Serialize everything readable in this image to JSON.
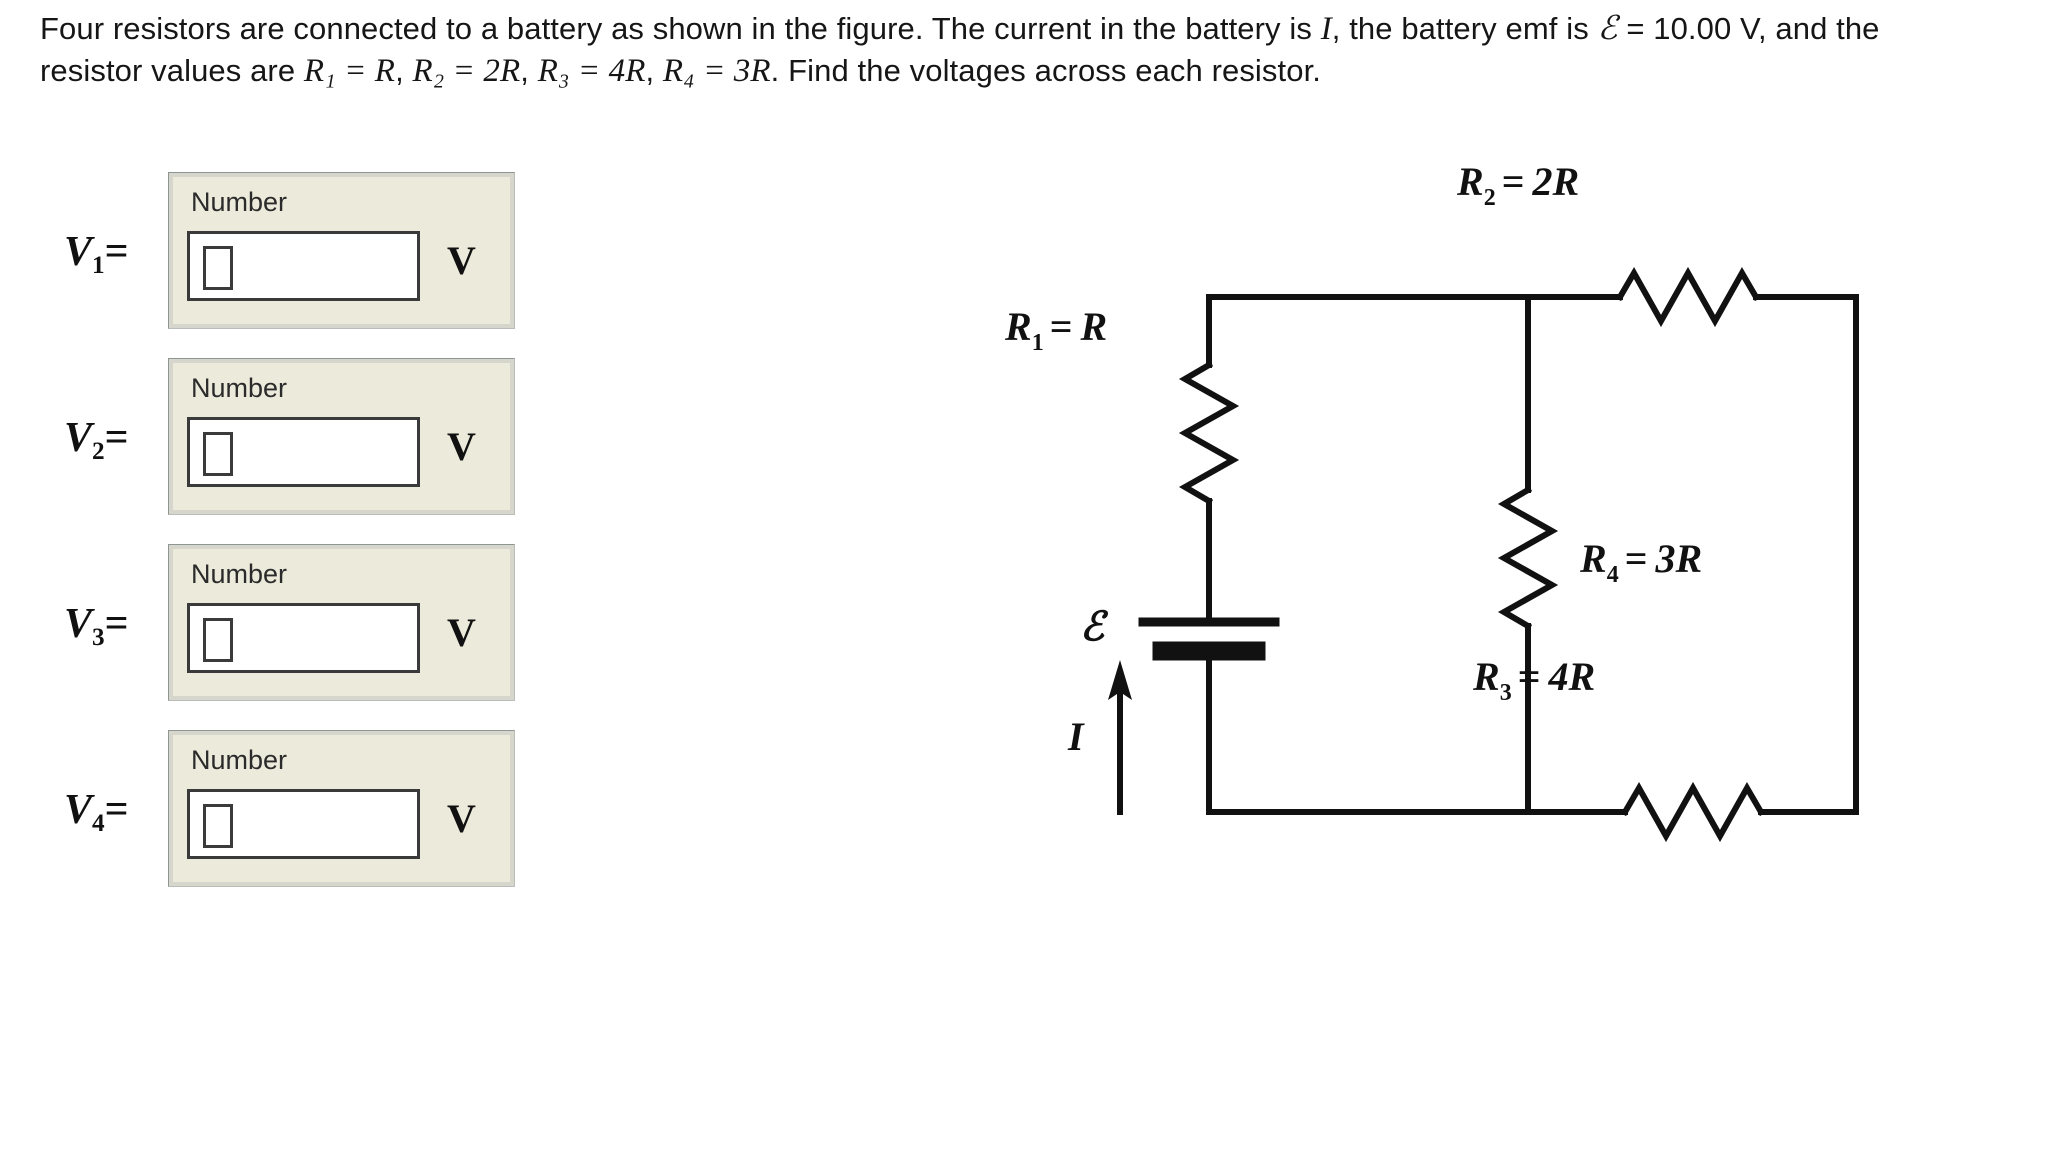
{
  "problem": {
    "line1_a": "Four resistors are connected to a battery as shown in the figure. The current in the battery is ",
    "current_symbol": "I",
    "line1_b": ", the battery",
    "line2_a": "emf is ",
    "emf_symbol": "ℰ",
    "line2_b": " = 10.00 V, and the resistor values are ",
    "r1_expr": "R₁ = R",
    "r2_expr": "R₂ = 2R",
    "r3_expr": "R₃ = 4R",
    "r4_expr": "R₄ = 3R",
    "line2_c": ". Find the voltages across",
    "line3": "each resistor.",
    "full_text": "Four resistors are connected to a battery as shown in the figure. The current in the battery is I, the battery emf is ℰ = 10.00 V, and the resistor values are R1 = R, R2 = 2R, R3 = 4R, R4 = 3R. Find the voltages across each resistor."
  },
  "answers": {
    "caption": "Number",
    "unit": "V",
    "placeholder": "",
    "rows": [
      {
        "label_var": "V",
        "label_sub": "1",
        "label_eq": "=",
        "value": ""
      },
      {
        "label_var": "V",
        "label_sub": "2",
        "label_eq": "=",
        "value": ""
      },
      {
        "label_var": "V",
        "label_sub": "3",
        "label_eq": "=",
        "value": ""
      },
      {
        "label_var": "V",
        "label_sub": "4",
        "label_eq": "=",
        "value": ""
      }
    ]
  },
  "circuit": {
    "labels": {
      "r1": {
        "var": "R",
        "sub": "1",
        "eq": "=",
        "value": "R"
      },
      "r2": {
        "var": "R",
        "sub": "2",
        "eq": "=",
        "value": "2R"
      },
      "r3": {
        "var": "R",
        "sub": "3",
        "eq": "=",
        "value": "4R"
      },
      "r4": {
        "var": "R",
        "sub": "4",
        "eq": "=",
        "value": "3R"
      },
      "emf": "ℰ",
      "current": "I"
    },
    "colors": {
      "wire": "#111111",
      "background": "#ffffff"
    },
    "line_width": 6
  },
  "theme": {
    "page_background": "#ffffff",
    "panel_fill": "#eceadb",
    "panel_border": "#9aa09d",
    "panel_inner_bevel": "#d6d6cc",
    "input_background": "#ffffff",
    "input_border": "#3a3a3a",
    "text": "#161616"
  }
}
